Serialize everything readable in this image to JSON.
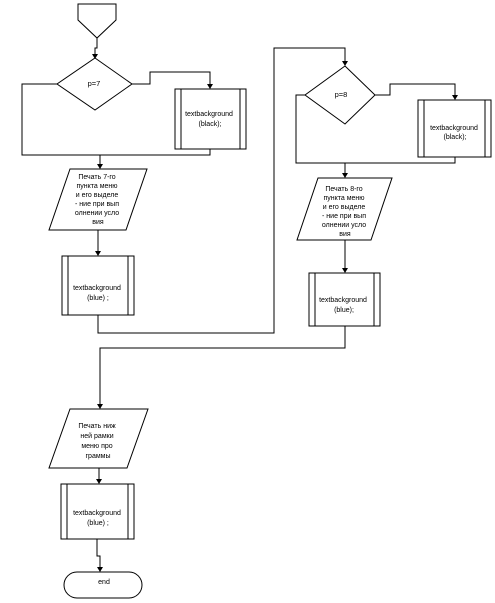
{
  "decisions": {
    "d1": "p=7",
    "d2": "p=8"
  },
  "process": {
    "p1": [
      "textbackground",
      "(black);"
    ],
    "p2": [
      "textbackground",
      "(blue) ;"
    ],
    "p3": [
      "textbackground",
      "(black);"
    ],
    "p4": [
      "textbackground",
      "(blue);"
    ],
    "p5": [
      "textbackground",
      "(blue) ;"
    ]
  },
  "io": {
    "io1": [
      "Печать 7-го",
      "пункта меню",
      "и его выделе",
      "- ние при вып",
      "олнении усло",
      "вия"
    ],
    "io2": [
      "Печать 8-го",
      "пункта меню",
      "и его выделе",
      "- ние при вып",
      "олнении усло",
      "вия"
    ],
    "io3": [
      "Печать ниж",
      "ней рамки",
      "меню про",
      "граммы"
    ]
  },
  "terminator": {
    "end": "end"
  }
}
